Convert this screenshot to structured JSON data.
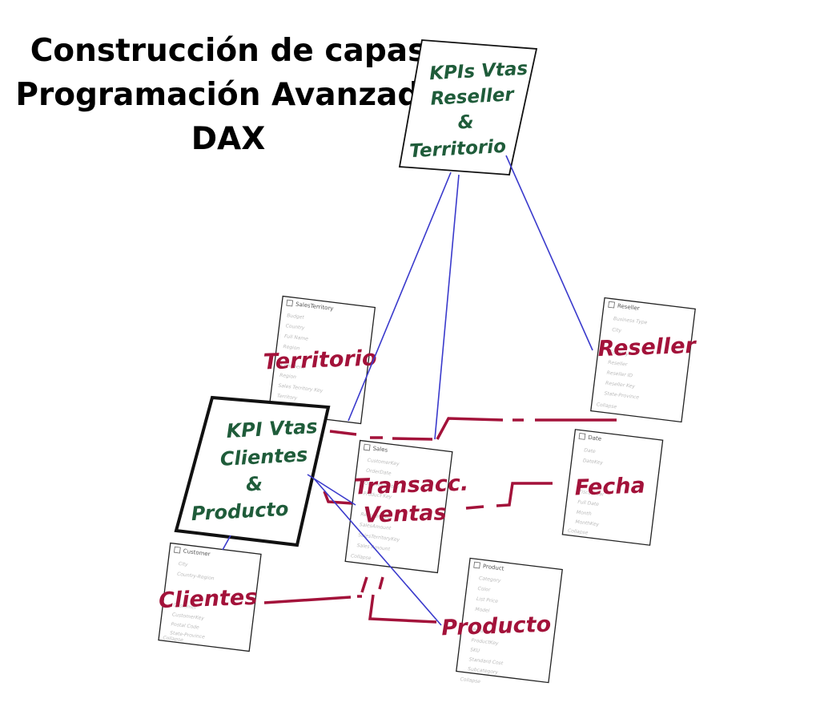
{
  "title": {
    "line1": "Construcción de capas",
    "line2": "Programación Avanzada",
    "line3": "DAX"
  },
  "kpi_boxes": {
    "reseller_territorio": [
      "KPIs Vtas",
      "Reseller",
      "&",
      "Territorio"
    ],
    "clientes_producto": [
      "KPI Vtas",
      "Clientes",
      "&",
      "Producto"
    ]
  },
  "tables": {
    "salesterritory": {
      "header": "SalesTerritory",
      "label": "Territorio",
      "fields": [
        "Budget",
        "Country",
        "Full Name",
        "Region",
        "Continent",
        "Region",
        "Sales Territory Key",
        "Territory"
      ]
    },
    "reseller": {
      "header": "Reseller",
      "label": "Reseller",
      "fields": [
        "Business Type",
        "City",
        "Country",
        "Reseller",
        "Reseller ID",
        "Reseller Key",
        "State-Province",
        "Collapse"
      ]
    },
    "sales": {
      "header": "Sales",
      "label": "Transacc.",
      "label2": "Ventas",
      "fields": [
        "CustomerKey",
        "OrderDate",
        "OrderQuantity",
        "Product Key",
        "Reseller Key",
        "SalesAmount",
        "SalesTerritoryKey",
        "Sales Amount",
        "Collapse"
      ]
    },
    "date": {
      "header": "Date",
      "label": "Fecha",
      "fields": [
        "Date",
        "DateKey",
        "Fiscal Year",
        "Full Date",
        "Month",
        "MonthKey",
        "Collapse"
      ]
    },
    "customer": {
      "header": "Customer",
      "label": "Clientes",
      "fields": [
        "City",
        "Country-Region",
        "Customer",
        "CustomerKey",
        "Postal Code",
        "State-Province",
        "Collapse"
      ]
    },
    "product": {
      "header": "Product",
      "label": "Producto",
      "fields": [
        "Category",
        "Color",
        "List Price",
        "Model",
        "Product",
        "ProductKey",
        "SKU",
        "Standard Cost",
        "Subcategory",
        "Collapse"
      ]
    }
  }
}
